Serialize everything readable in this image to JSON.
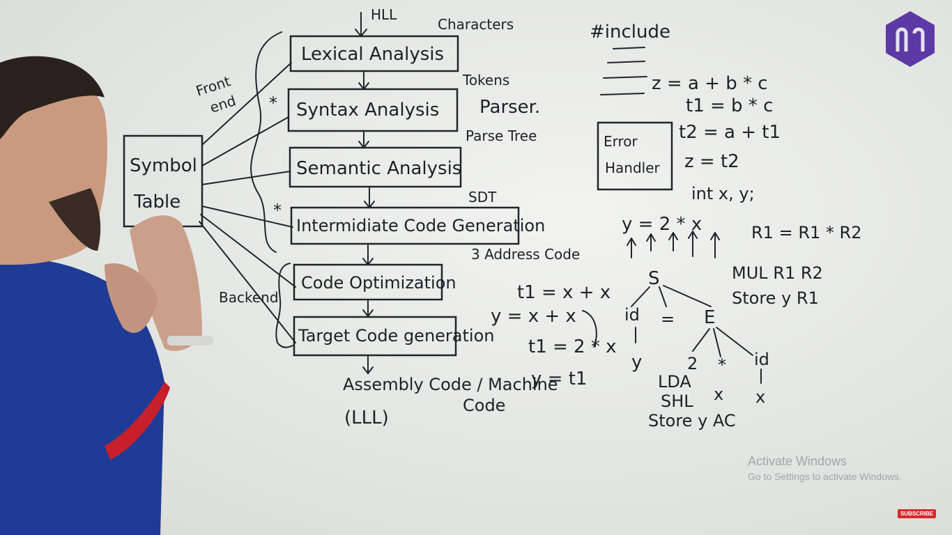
{
  "pipeline": {
    "input_label": "HLL",
    "input_note": "Characters",
    "phases": [
      "Lexical Analysis",
      "Syntax Analysis",
      "Semantic Analysis",
      "Intermidiate Code Generation",
      "Code Optimization",
      "Target Code generation"
    ],
    "outputs": [
      "Tokens",
      "Parse Tree",
      "SDT",
      "3 Address Code"
    ],
    "parser_label": "Parser.",
    "final_output": "Assembly Code / Machine Code",
    "final_output_line1": "Assembly Code / Machine",
    "final_output_line2": "Code",
    "lll": "(LLL)"
  },
  "side": {
    "symbol_table": "Symbol Table",
    "symbol_line1": "Symbol",
    "symbol_line2": "Table",
    "front_end": "Front end",
    "front_line1": "Front",
    "front_line2": "end",
    "back_end": "Backend",
    "error_handler": "Error Handler",
    "error_line1": "Error",
    "error_line2": "Handler"
  },
  "code": {
    "include": "#include",
    "expr": "z = a + b * c",
    "t1": "t1 = b * c",
    "t2": "t2 = a + t1",
    "z": "z = t2",
    "decl": "int x, y;",
    "y_expr": "y = 2 * x",
    "reg": "R1 = R1 * R2"
  },
  "three_addr": {
    "a1": "t1 = x + x",
    "a2": "y = x + x",
    "a3": "t1 = 2 * x",
    "a4": "y = t1"
  },
  "tree": {
    "root": "S",
    "id": "id",
    "eq": "=",
    "E": "E",
    "y": "y",
    "two": "2",
    "star": "*",
    "id2": "id",
    "x": "x",
    "x2": "x"
  },
  "asm": {
    "mul": "MUL R1 R2",
    "store": "Store y R1",
    "lda": "LDA",
    "shl": "SHL",
    "store_ac": "Store y AC"
  },
  "overlay": {
    "activate_title": "Activate Windows",
    "activate_sub": "Go to Settings to activate Windows.",
    "subscribe": "SUBSCRIBE"
  },
  "colors": {
    "board": "#e9ebe8",
    "marker": "#1d2126",
    "shirt": "#1f3b95",
    "logo": "#5b3aa6"
  }
}
